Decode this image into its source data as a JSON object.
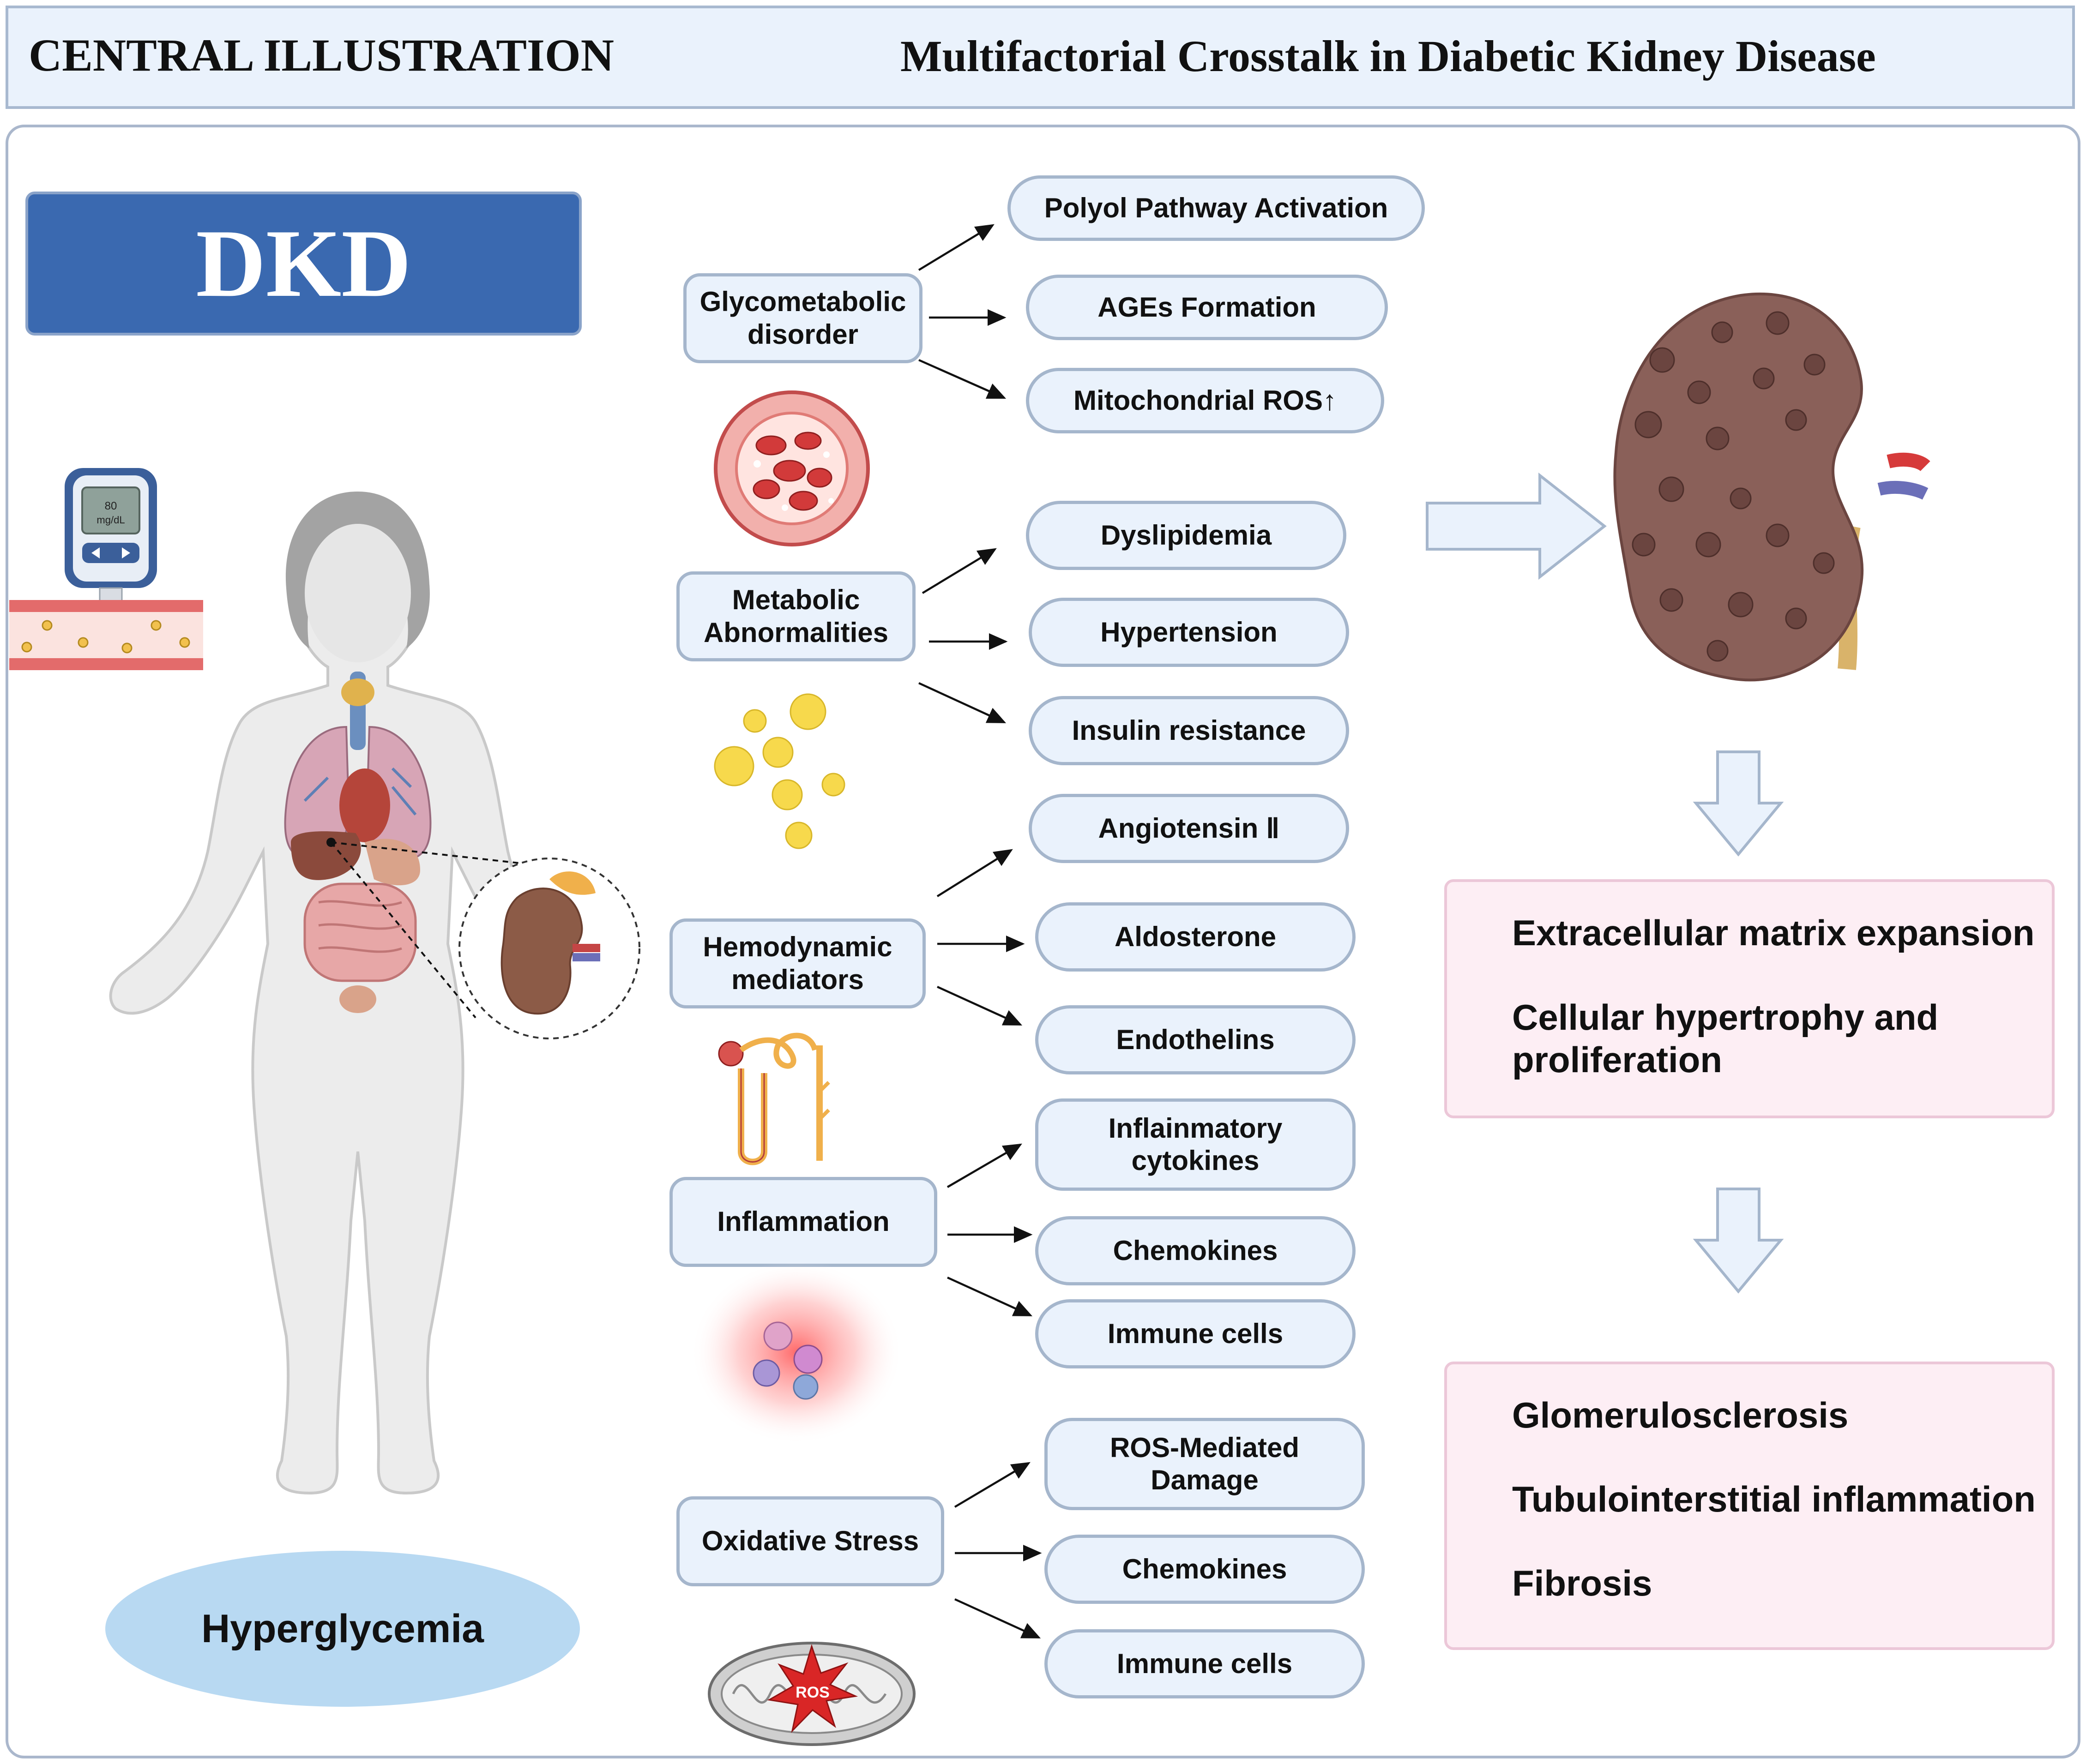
{
  "header": {
    "label": "CENTRAL ILLUSTRATION",
    "title": "Multifactorial Crosstalk in Diabetic Kidney Disease"
  },
  "left": {
    "dkd_label": "DKD",
    "hyperglycemia_label": "Hyperglycemia",
    "glucometer_reading": "80",
    "glucometer_unit": "mg/dL"
  },
  "categories": [
    {
      "label": "Glycometabolic disorder",
      "effects": [
        "Polyol Pathway Activation",
        "AGEs Formation",
        "Mitochondrial ROS↑"
      ]
    },
    {
      "label": "Metabolic Abnormalities",
      "effects": [
        "Dyslipidemia",
        "Hypertension",
        "Insulin resistance"
      ]
    },
    {
      "label": "Hemodynamic mediators",
      "effects": [
        "Angiotensin Ⅱ",
        "Aldosterone",
        "Endothelins"
      ]
    },
    {
      "label": "Inflammation",
      "effects": [
        "Inflainmatory cytokines",
        "Chemokines",
        "Immune cells"
      ]
    },
    {
      "label": "Oxidative Stress",
      "effects": [
        "ROS-Mediated Damage",
        "Chemokines",
        "Immune cells"
      ]
    }
  ],
  "ros_label": "ROS",
  "outcomes": {
    "box1": [
      "Extracellular matrix expansion",
      "Cellular hypertrophy and",
      "proliferation"
    ],
    "box2": [
      "Glomerulosclerosis",
      "Tubulointerstitial inflammation",
      "Fibrosis"
    ]
  },
  "colors": {
    "dkd_blue": "#3a69b0",
    "box_fill": "#eaf2fc",
    "box_border": "#a5b6cc",
    "outcome_fill": "#fdeef4",
    "hyper_oval": "#b8d9f2"
  }
}
